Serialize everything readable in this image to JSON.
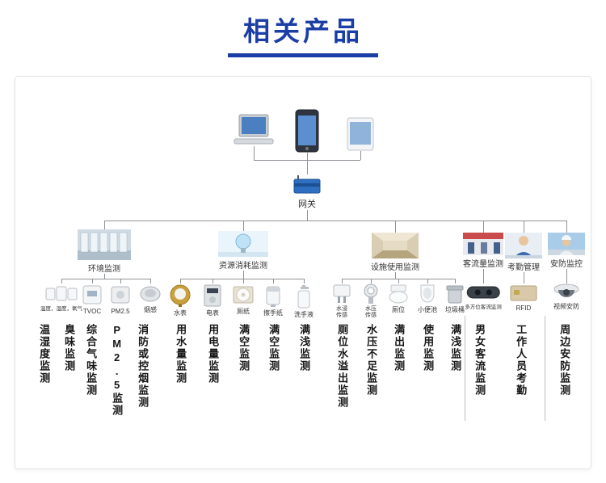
{
  "page": {
    "title": "相关产品"
  },
  "colors": {
    "accent": "#1b3da6"
  },
  "top_devices": {
    "gateway_label": "网关"
  },
  "categories": [
    {
      "label": "环境监测",
      "icon": "server-room"
    },
    {
      "label": "资源消耗监测",
      "icon": "light-bulb"
    },
    {
      "label": "设施使用监测",
      "icon": "hallway"
    },
    {
      "label": "客流量监测",
      "icon": "passenger-gate"
    },
    {
      "label": "考勤管理",
      "icon": "office-worker"
    },
    {
      "label": "安防监控",
      "icon": "security-guard"
    }
  ],
  "devices": [
    {
      "label": "温度，湿度，氧气",
      "icon": "multi-sensor"
    },
    {
      "label": "TVOC",
      "icon": "tvoc-detector"
    },
    {
      "label": "PM2.5",
      "icon": "pm25-detector"
    },
    {
      "label": "烟感",
      "icon": "smoke-detector"
    },
    {
      "label": "水表",
      "icon": "water-meter"
    },
    {
      "label": "电表",
      "icon": "electric-meter"
    },
    {
      "label": "厕纸",
      "icon": "toilet-paper"
    },
    {
      "label": "擦手纸",
      "icon": "paper-dispenser"
    },
    {
      "label": "洗手液",
      "icon": "soap-bottle"
    },
    {
      "label": "水浸传感",
      "icon": "water-leak-sensor"
    },
    {
      "label": "水压传感",
      "icon": "water-pressure-sensor"
    },
    {
      "label": "厕位",
      "icon": "toilet"
    },
    {
      "label": "小便池",
      "icon": "urinal"
    },
    {
      "label": "垃圾桶",
      "icon": "trash-bin"
    },
    {
      "label": "多方位客流监测",
      "icon": "ceiling-flow-sensor"
    },
    {
      "label": "RFID",
      "icon": "rfid-card"
    },
    {
      "label": "视频安防",
      "icon": "dome-camera"
    }
  ],
  "functions": [
    "温湿度监测",
    "臭味监测",
    "综合气味监测",
    "PM2.5监测",
    "消防或控烟监测",
    "用水量监测",
    "用电量监测",
    "满空监测",
    "满空监测",
    "满浅监测",
    "厕位水溢出监测",
    "水压不足监测",
    "满出监测",
    "使用监测",
    "满浅监测",
    "男女客流监测",
    "工作人员考勤",
    "周边安防监测"
  ]
}
